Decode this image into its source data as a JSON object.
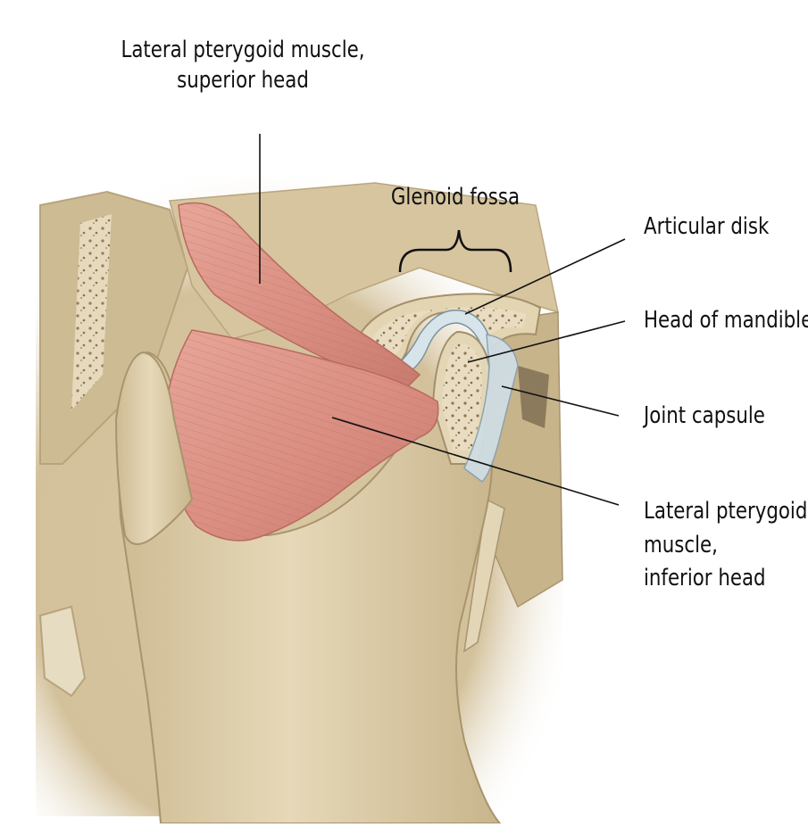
{
  "labels": {
    "lateral_pterygoid_superior": [
      "Lateral pterygoid muscle,",
      "superior head"
    ],
    "glenoid_fossa": "Glenoid fossa",
    "articular_disk": "Articular disk",
    "head_of_mandible": "Head of mandible",
    "joint_capsule": "Joint capsule",
    "lateral_pterygoid_inferior": [
      "Lateral pterygoid",
      "muscle,",
      "inferior head"
    ]
  },
  "colors": {
    "bone": "#d9c8a2",
    "bone_shadow": "#b8a47c",
    "bone_light": "#ece0c4",
    "muscle": "#d98f83",
    "muscle_dark": "#b86a5e",
    "disk": "#d7e4ea",
    "cancellous": "#8a7656",
    "leader_line": "#111111"
  }
}
